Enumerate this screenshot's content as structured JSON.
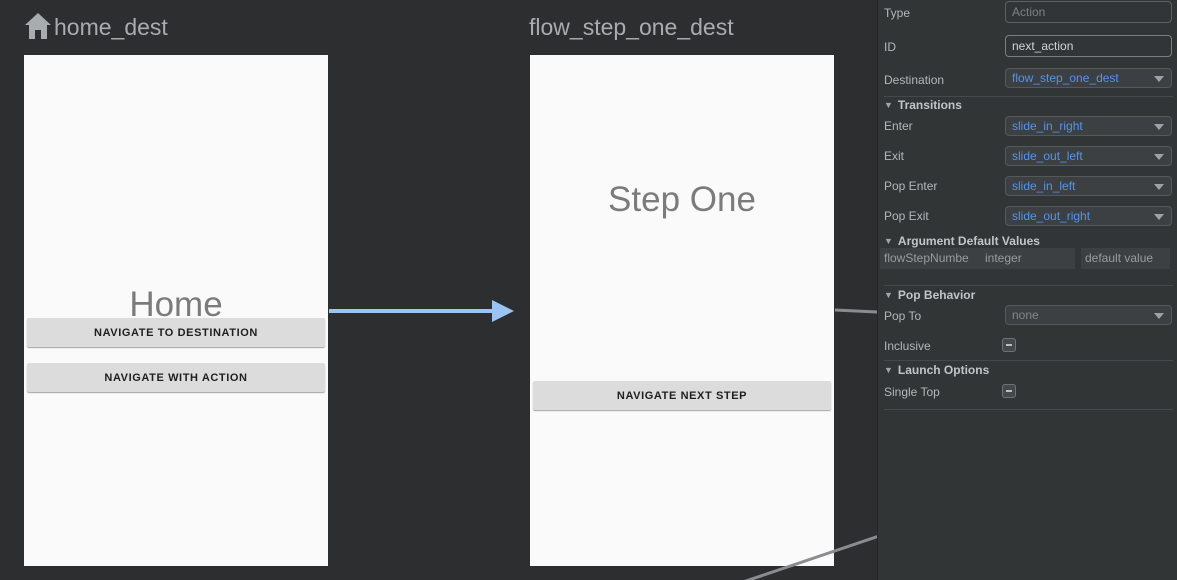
{
  "colors": {
    "canvas_bg": "#2d2e30",
    "panel_bg": "#313536",
    "accent_blue": "#5394ec",
    "arrow_blue": "#9ac5f3",
    "edge_gray": "#8a8d8f",
    "device_screen_bg": "#fafafa",
    "mock_button_bg": "#dcdcdc"
  },
  "icons": {
    "collapse": "▼",
    "home": "home-icon"
  },
  "canvas": {
    "destinations": [
      {
        "title": "home_dest",
        "screen_title": "Home",
        "buttons": [
          "NAVIGATE TO DESTINATION",
          "NAVIGATE WITH ACTION"
        ]
      },
      {
        "title": "flow_step_one_dest",
        "screen_title": "Step One",
        "buttons": [
          "NAVIGATE NEXT STEP"
        ]
      }
    ]
  },
  "panel": {
    "fields": {
      "type": {
        "label": "Type",
        "placeholder": "Action"
      },
      "id": {
        "label": "ID",
        "value": "next_action"
      },
      "destination": {
        "label": "Destination",
        "value": "flow_step_one_dest"
      }
    },
    "sections": {
      "transitions": {
        "title": "Transitions",
        "rows": [
          {
            "label": "Enter",
            "value": "slide_in_right"
          },
          {
            "label": "Exit",
            "value": "slide_out_left"
          },
          {
            "label": "Pop Enter",
            "value": "slide_in_left"
          },
          {
            "label": "Pop Exit",
            "value": "slide_out_right"
          }
        ]
      },
      "argument_defaults": {
        "title": "Argument Default Values",
        "arg_name": "flowStepNumbe",
        "arg_type": "integer",
        "arg_default_placeholder": "default value"
      },
      "pop_behavior": {
        "title": "Pop Behavior",
        "pop_to": {
          "label": "Pop To",
          "value": "none"
        },
        "inclusive_label": "Inclusive"
      },
      "launch_options": {
        "title": "Launch Options",
        "single_top_label": "Single Top"
      }
    }
  }
}
